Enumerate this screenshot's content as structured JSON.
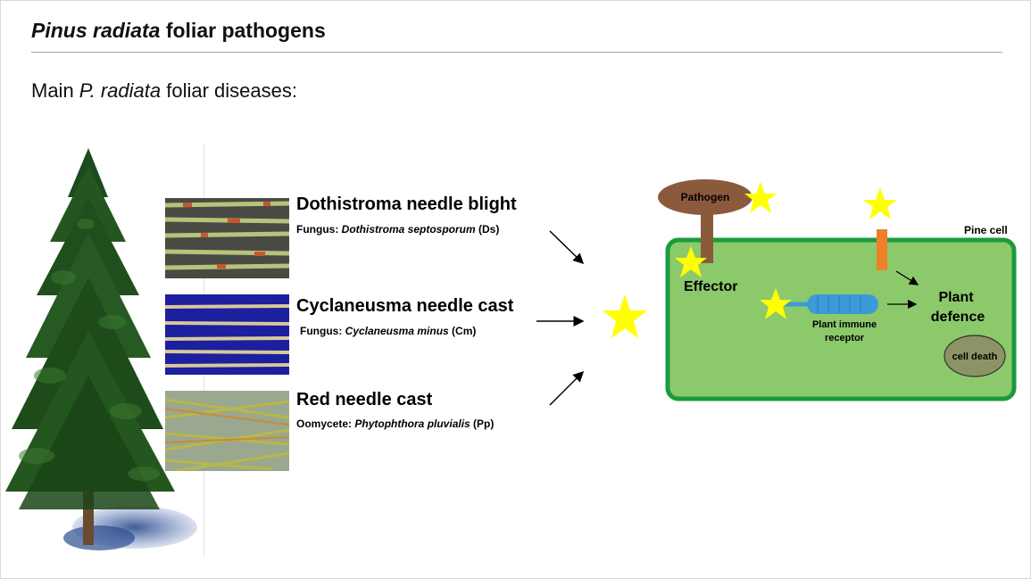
{
  "header": {
    "title_italic": "Pinus radiata",
    "title_rest": " foliar pathogens"
  },
  "subtitle": {
    "prefix": "Main ",
    "italic": "P. radiata",
    "suffix": " foliar diseases:"
  },
  "diseases": [
    {
      "name": "Dothistroma needle blight",
      "agent_type": "Fungus: ",
      "species": "Dothistroma septosporum",
      "abbr": " (Ds)"
    },
    {
      "name": "Cyclaneusma needle cast",
      "agent_type": "Fungus: ",
      "species": "Cyclaneusma minus",
      "abbr": " (Cm)"
    },
    {
      "name": "Red needle cast",
      "agent_type": "Oomycete: ",
      "species": "Phytophthora pluvialis",
      "abbr": " (Pp)"
    }
  ],
  "diagram": {
    "pathogen": "Pathogen",
    "pine_cell": "Pine cell",
    "effector": "Effector",
    "receptor_line1": "Plant immune",
    "receptor_line2": "receptor",
    "defence_line1": "Plant",
    "defence_line2": "defence",
    "cell_death": "cell death"
  },
  "colors": {
    "star": "#ffff00",
    "cell_fill": "#8cc96b",
    "cell_border": "#1a9b3c",
    "pathogen": "#8b5a3c",
    "orange_receptor": "#f07f2a",
    "immune_receptor": "#3c9ad8"
  }
}
